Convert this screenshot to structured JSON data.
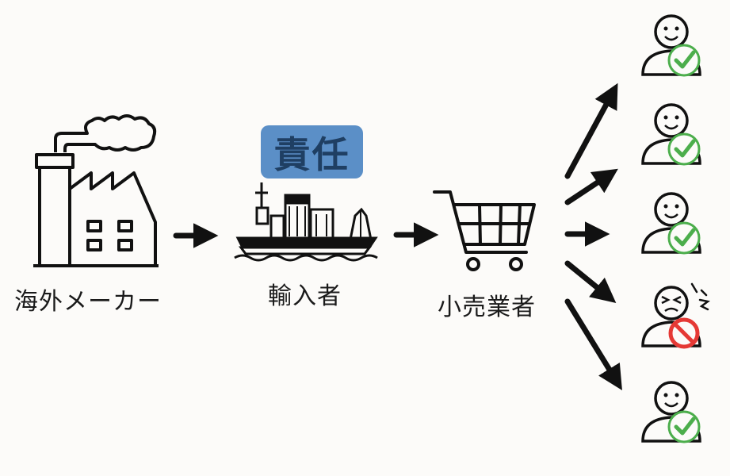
{
  "nodes": {
    "maker": "海外メーカー",
    "importer": "輸入者",
    "retailer": "小売業者"
  },
  "badge": {
    "label": "責任",
    "color": "#5b8fc7"
  },
  "consumers": [
    {
      "status": "ok"
    },
    {
      "status": "ok"
    },
    {
      "status": "ok"
    },
    {
      "status": "harmed"
    },
    {
      "status": "ok"
    }
  ],
  "colors": {
    "ok": "#4cae4c",
    "harmed": "#e53935",
    "stroke": "#111111"
  }
}
